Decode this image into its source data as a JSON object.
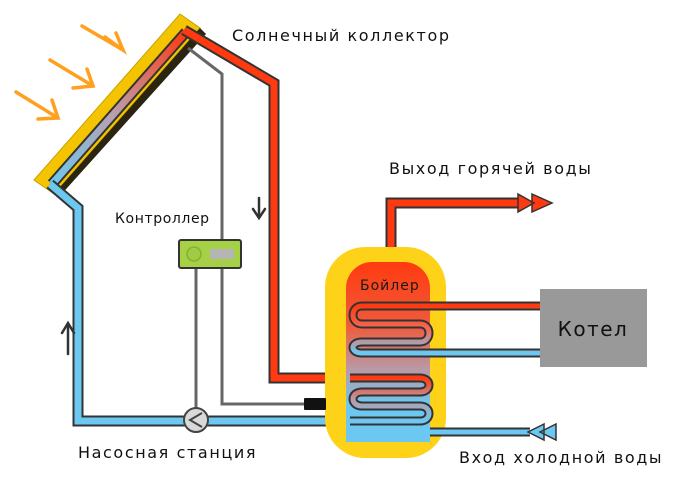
{
  "title": "Схема солнечной системы горячего водоснабжения",
  "labels": {
    "collector": "Солнечный коллектор",
    "controller": "Контроллер",
    "hot_water_out": "Выход горячей воды",
    "boiler": "Бойлер",
    "kotel": "Котел",
    "pump_station": "Насосная станция",
    "cold_water_in": "Вход холодной воды"
  },
  "colors": {
    "hot": "#ff3a10",
    "cold": "#6cc8f0",
    "collector_frame": "#f5c400",
    "boiler_jacket": "#ffd21a",
    "boiler_kotel": "#999999",
    "controller": "#a6d046",
    "sun_rays": "#ffa01e",
    "wire": "#666666",
    "outline": "#333333"
  },
  "icons": {
    "sun_rays": "arrow-diagonal-icon",
    "flow_up": "arrow-up-icon",
    "flow_down": "arrow-down-icon",
    "pump": "pump-icon",
    "sensor": "temperature-sensor-icon"
  }
}
